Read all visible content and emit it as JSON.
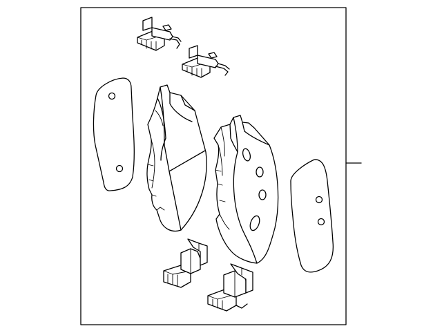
{
  "diagram": {
    "line_color": "#000000",
    "background": "#ffffff",
    "parts": [
      "anti-rattle-clip",
      "pad-wear-sensor-clip",
      "outer-pad-shim",
      "outer-brake-pad",
      "inner-brake-pad",
      "inner-pad-shim",
      "pad-retainer-clip"
    ]
  }
}
